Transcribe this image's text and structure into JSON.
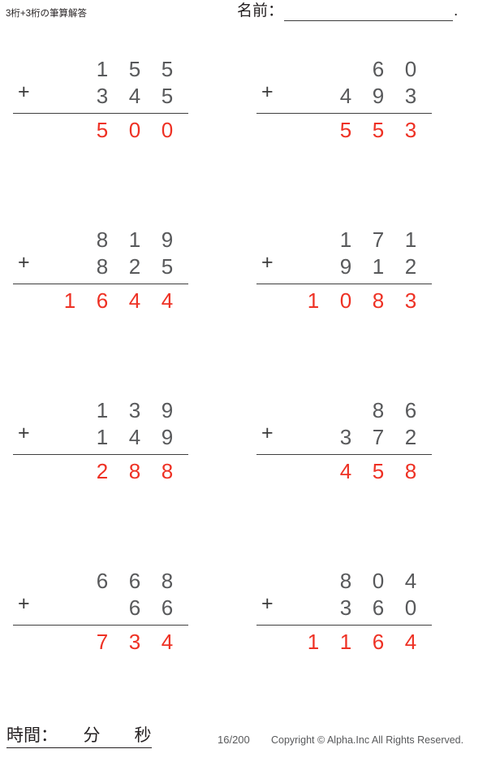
{
  "header": {
    "title": "3桁+3桁の筆算解答",
    "name_label": "名前：",
    "name_value": "",
    "name_trailing_dot": "."
  },
  "problems": [
    {
      "index": 1,
      "operator": "+",
      "addend1": "155",
      "addend2": "345",
      "answer": "500",
      "column": "left",
      "row": 1
    },
    {
      "index": 2,
      "operator": "+",
      "addend1": "60",
      "addend2": "493",
      "answer": "553",
      "column": "right",
      "row": 1
    },
    {
      "index": 3,
      "operator": "+",
      "addend1": "819",
      "addend2": "825",
      "answer": "1644",
      "column": "left",
      "row": 2
    },
    {
      "index": 4,
      "operator": "+",
      "addend1": "171",
      "addend2": "912",
      "answer": "1083",
      "column": "right",
      "row": 2
    },
    {
      "index": 5,
      "operator": "+",
      "addend1": "139",
      "addend2": "149",
      "answer": "288",
      "column": "left",
      "row": 3
    },
    {
      "index": 6,
      "operator": "+",
      "addend1": "86",
      "addend2": "372",
      "answer": "458",
      "column": "right",
      "row": 3
    },
    {
      "index": 7,
      "operator": "+",
      "addend1": "668",
      "addend2": "66",
      "answer": "734",
      "column": "left",
      "row": 4
    },
    {
      "index": 8,
      "operator": "+",
      "addend1": "804",
      "addend2": "360",
      "answer": "1164",
      "column": "right",
      "row": 4
    }
  ],
  "footer": {
    "time_label": "時間：　　分　　秒",
    "page_number": "16/200",
    "copyright": "Copyright © Alpha.Inc All Rights Reserved."
  },
  "colors": {
    "answer_red": "#ee3124",
    "digit_gray": "#58595b",
    "text_black": "#231f20",
    "rule": "#3f3f3f"
  }
}
